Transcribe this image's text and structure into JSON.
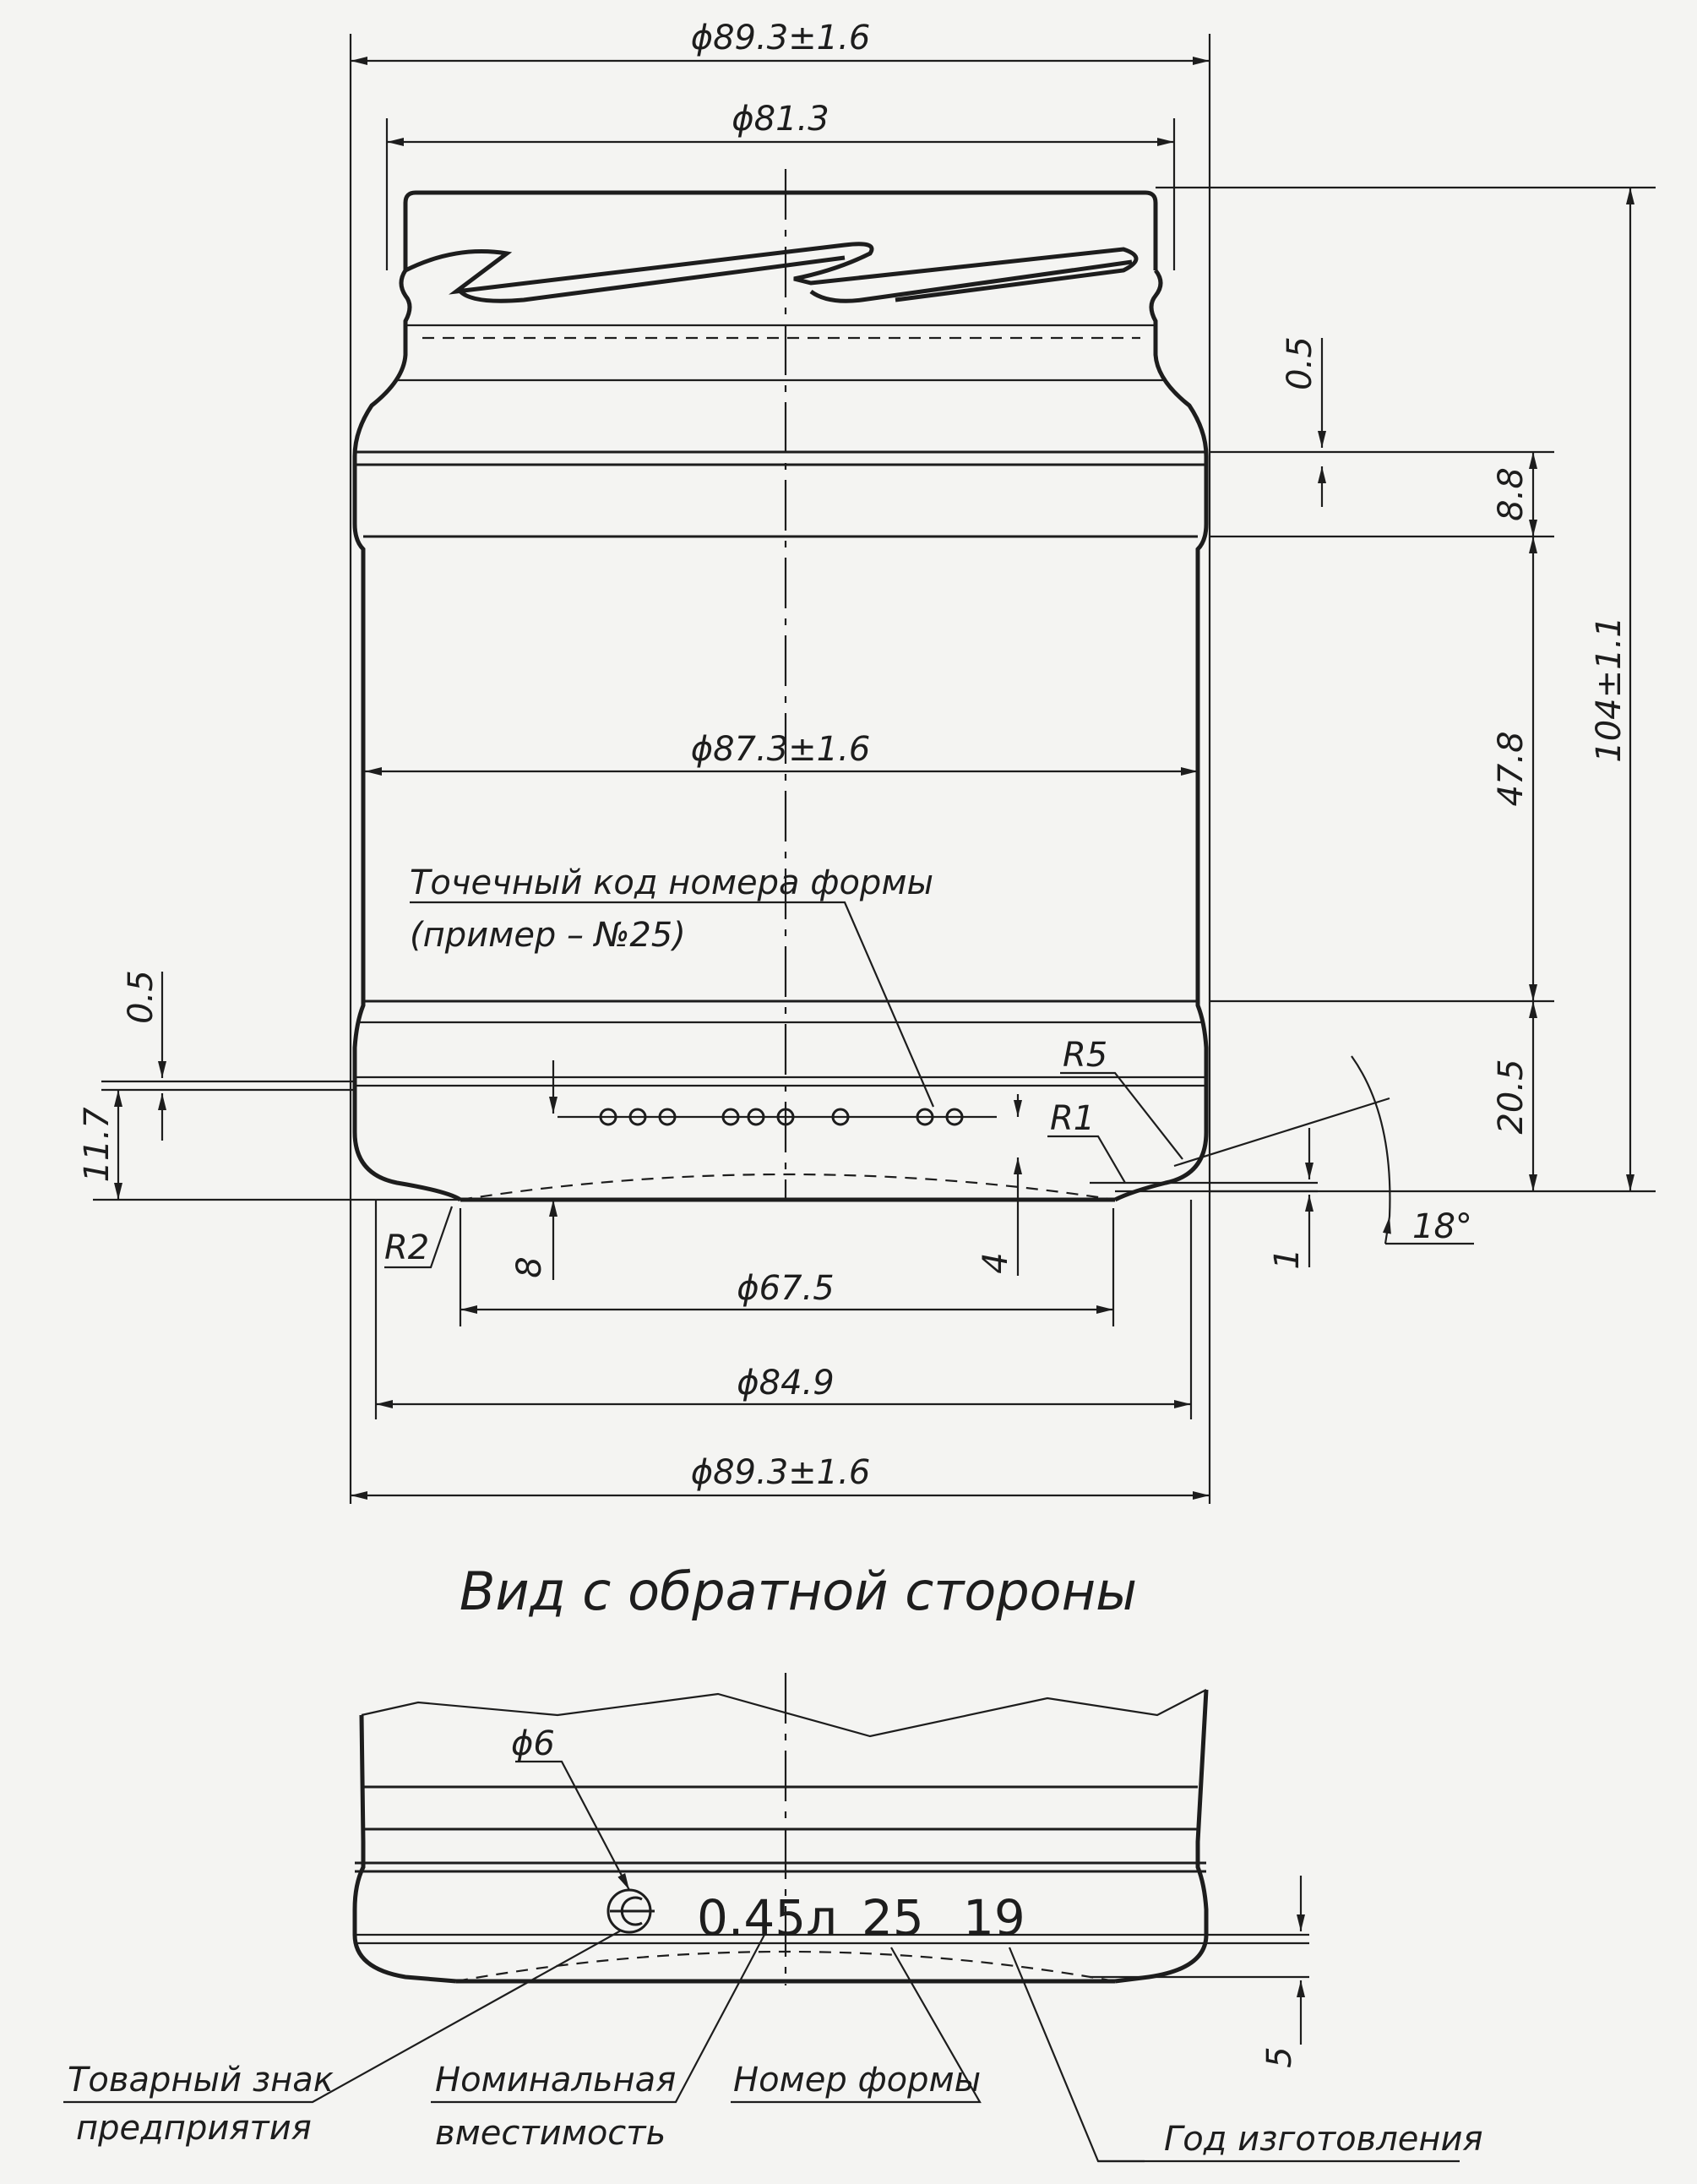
{
  "dimensions": {
    "top_outer_diameter": "ϕ89.3±1.6",
    "neck_thread_diameter": "ϕ81.3",
    "body_diameter": "ϕ87.3±1.6",
    "base_inner_diameter": "ϕ67.5",
    "base_diameter": "ϕ84.9",
    "bottom_outer_diameter": "ϕ89.3±1.6",
    "total_height": "104±1.1",
    "height_shoulder": "8.8",
    "height_body": "47.8",
    "height_bottom": "20.5",
    "offset_top": "0.5",
    "offset_bottom": "0.5",
    "height_heel": "11.7",
    "code_height": "8",
    "code_height_right": "4",
    "bottom_depth": "1",
    "radius_r5": "R5",
    "radius_r1": "R1",
    "radius_r2": "R2",
    "angle": "18°",
    "mark_symbol_diameter": "ϕ6",
    "mark_height": "5"
  },
  "notes": {
    "dot_code_line1": "Точечный код номера формы",
    "dot_code_line2": "(пример – №25)"
  },
  "reverse_view": {
    "title": "Вид с обратной стороны",
    "marking_volume": "0.45л",
    "marking_mold": "25",
    "marking_year": "19",
    "label_trademark_1": "Товарный знак",
    "label_trademark_2": "предприятия",
    "label_volume_1": "Номинальная",
    "label_volume_2": "вместимость",
    "label_mold": "Номер формы",
    "label_year": "Год изготовления"
  }
}
